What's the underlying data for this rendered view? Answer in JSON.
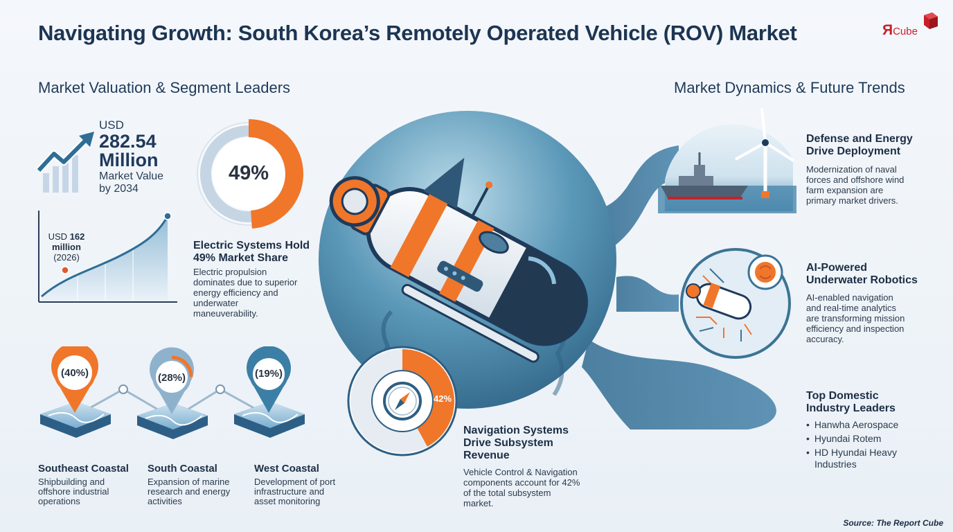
{
  "header": {
    "title": "Navigating Growth: South Korea’s Remotely Operated Vehicle (ROV) Market",
    "logo_text": "Я",
    "logo_sub": "Cube"
  },
  "left": {
    "section_title": "Market Valuation & Segment Leaders",
    "market_value": {
      "currency": "USD",
      "value": "282.54",
      "unit": "Million",
      "caption_1": "Market Value",
      "caption_2": "by 2034"
    },
    "growth_chart": {
      "start_label_1": "USD",
      "start_label_bold": "162",
      "start_label_2": "million",
      "start_label_3": "(2026)"
    },
    "electric": {
      "percent_label": "49%",
      "percent_value": 49,
      "heading_1": "Electric Systems Hold",
      "heading_2": "49% Market Share",
      "body": [
        "Electric propulsion",
        "dominates due to superior",
        "energy efficiency and",
        "underwater",
        "maneuverability."
      ]
    },
    "regions": [
      {
        "pct": "(40%)",
        "name": "Southeast Coastal",
        "desc": [
          "Shipbuilding and",
          "offshore industrial",
          "operations"
        ]
      },
      {
        "pct": "(28%)",
        "name": "South Coastal",
        "desc": [
          "Expansion of marine",
          "research and energy",
          "activities"
        ]
      },
      {
        "pct": "(19%)",
        "name": "West Coastal",
        "desc": [
          "Development of port",
          "infrastructure and",
          "asset monitoring"
        ]
      }
    ]
  },
  "center": {
    "nav": {
      "percent_label": "42%",
      "percent_value": 42,
      "heading": [
        "Navigation Systems",
        "Drive Subsystem",
        "Revenue"
      ],
      "body": [
        "Vehicle Control & Navigation",
        "components account for 42%",
        "of the total subsystem",
        "market."
      ]
    }
  },
  "right": {
    "section_title": "Market Dynamics & Future Trends",
    "items": [
      {
        "heading": [
          "Defense and Energy",
          "Drive Deployment"
        ],
        "body": [
          "Modernization of naval",
          "forces and offshore wind",
          "farm expansion are",
          "primary market drivers."
        ]
      },
      {
        "heading": [
          "AI-Powered",
          "Underwater Robotics"
        ],
        "body": [
          "AI-enabled navigation",
          "and real-time analytics",
          "are transforming mission",
          "efficiency and inspection",
          "accuracy."
        ]
      }
    ],
    "leaders": {
      "heading": [
        "Top Domestic",
        "Industry Leaders"
      ],
      "list": [
        "Hanwha Aerospace",
        "Hyundai Rotem",
        "HD Hyundai Heavy",
        "Industries"
      ]
    }
  },
  "footer": {
    "source": "Source: The Report Cube"
  },
  "colors": {
    "orange": "#f0762a",
    "navy": "#1c3552",
    "teal": "#3b7fa6",
    "red": "#c8202a"
  }
}
